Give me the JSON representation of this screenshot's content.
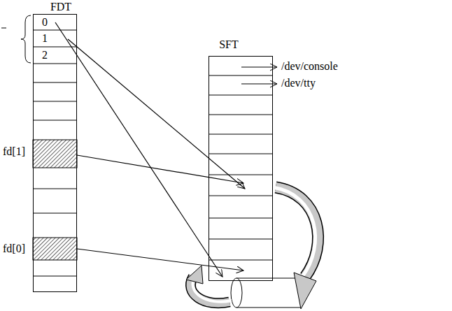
{
  "diagram": {
    "nodes": [
      {
        "text": [
          "FDT"
        ]
      },
      {
        "text": [
          "SFT"
        ]
      }
    ],
    "edges": [
      {
        "from": 0,
        "to": 1,
        "arrow": "to"
      },
      {
        "from": 0,
        "to": 1,
        "arrow": "to"
      },
      {
        "from": 0,
        "to": 1,
        "arrow": "to"
      },
      {
        "from": 0,
        "to": 1,
        "arrow": "to"
      }
    ],
    "labels": [
      "0",
      "1",
      "2",
      "fd[1]",
      "fd[0]",
      "/dev/console",
      "/dev/tty"
    ]
  }
}
